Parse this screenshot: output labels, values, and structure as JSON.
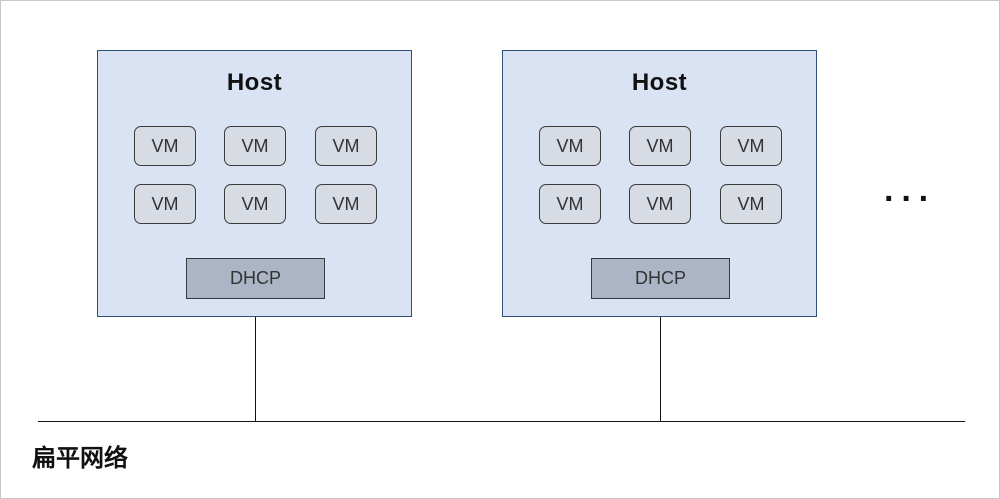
{
  "hosts": [
    {
      "title": "Host",
      "vms": [
        "VM",
        "VM",
        "VM",
        "VM",
        "VM",
        "VM"
      ],
      "dhcp": "DHCP"
    },
    {
      "title": "Host",
      "vms": [
        "VM",
        "VM",
        "VM",
        "VM",
        "VM",
        "VM"
      ],
      "dhcp": "DHCP"
    }
  ],
  "ellipsis": "···",
  "network_label": "扁平网络",
  "colors": {
    "host_fill": "#dae3f3",
    "host_border": "#2f4f7a",
    "vm_fill": "#d6dbe4",
    "dhcp_fill": "#acb5c5"
  }
}
